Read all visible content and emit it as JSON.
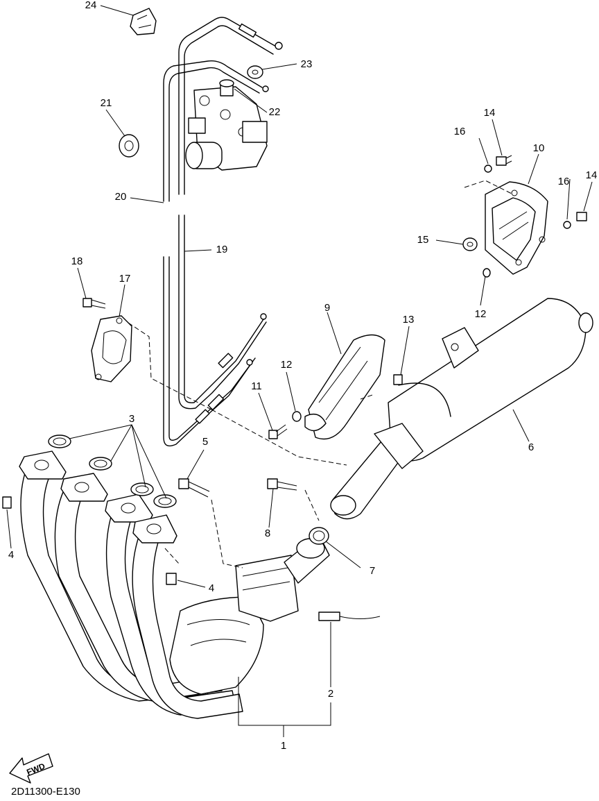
{
  "diagram": {
    "callouts": {
      "p1": "1",
      "p2": "2",
      "p3": "3",
      "p4a": "4",
      "p4b": "4",
      "p5": "5",
      "p6": "6",
      "p7": "7",
      "p8": "8",
      "p9": "9",
      "p10": "10",
      "p11": "11",
      "p12a": "12",
      "p12b": "12",
      "p13": "13",
      "p14a": "14",
      "p14b": "14",
      "p15": "15",
      "p16a": "16",
      "p16b": "16",
      "p17": "17",
      "p18": "18",
      "p19": "19",
      "p20": "20",
      "p21": "21",
      "p22": "22",
      "p23": "23",
      "p24": "24"
    },
    "fwd_label": "FWD",
    "drawing_code": "2D11300-E130"
  }
}
